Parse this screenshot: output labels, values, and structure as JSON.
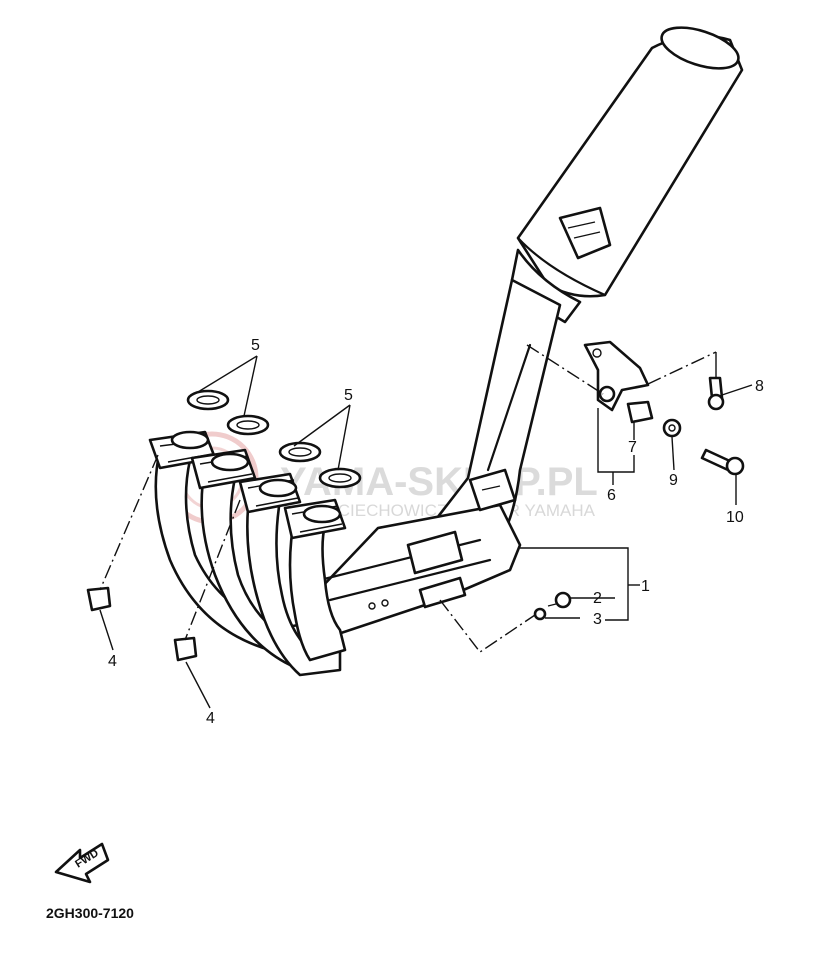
{
  "diagram": {
    "drawing_code": "2GH300-7120",
    "fwd_label": "FWD",
    "callouts": {
      "c1": "1",
      "c2": "2",
      "c3": "3",
      "c4a": "4",
      "c4b": "4",
      "c5a": "5",
      "c5b": "5",
      "c6": "6",
      "c7": "7",
      "c8": "8",
      "c9": "9",
      "c10": "10"
    },
    "watermark": {
      "main": "YAMA-SKLEP.PL",
      "sub": "WOJCIECHOWICZ DEALER YAMAHA"
    }
  }
}
